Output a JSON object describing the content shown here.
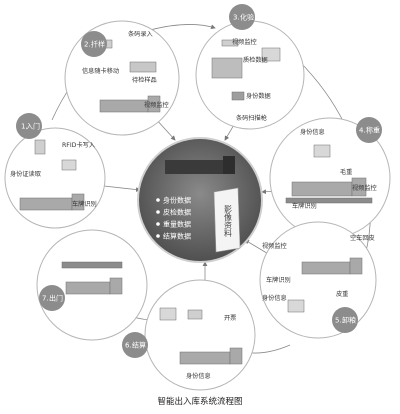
{
  "title": "智能出入库系统流程图",
  "center": {
    "items": [
      "身份数据",
      "皮检数据",
      "重量数据",
      "结算数据"
    ],
    "archive_label": "影像资料"
  },
  "stages": [
    {
      "number": "1.",
      "name": "入门",
      "labels": [
        "RFID卡写入",
        "身份证读取",
        "车牌识别"
      ]
    },
    {
      "number": "2.",
      "name": "扦样",
      "labels": [
        "条码录入",
        "信息随卡移动",
        "待检样品",
        "视频监控"
      ]
    },
    {
      "number": "3.",
      "name": "化验",
      "labels": [
        "视频监控",
        "质检数据",
        "身份数据",
        "条码扫描枪"
      ]
    },
    {
      "number": "4.",
      "name": "称重",
      "labels": [
        "身份信息",
        "毛重",
        "视频监控",
        "车牌识别"
      ]
    },
    {
      "number": "5.",
      "name": "卸粮",
      "labels": [
        "视频监控",
        "空车回皮",
        "车牌识别",
        "皮重",
        "身份信息"
      ]
    },
    {
      "number": "6.",
      "name": "结算",
      "labels": [
        "开票",
        "身份信息"
      ]
    },
    {
      "number": "7.",
      "name": "出门",
      "labels": []
    }
  ]
}
